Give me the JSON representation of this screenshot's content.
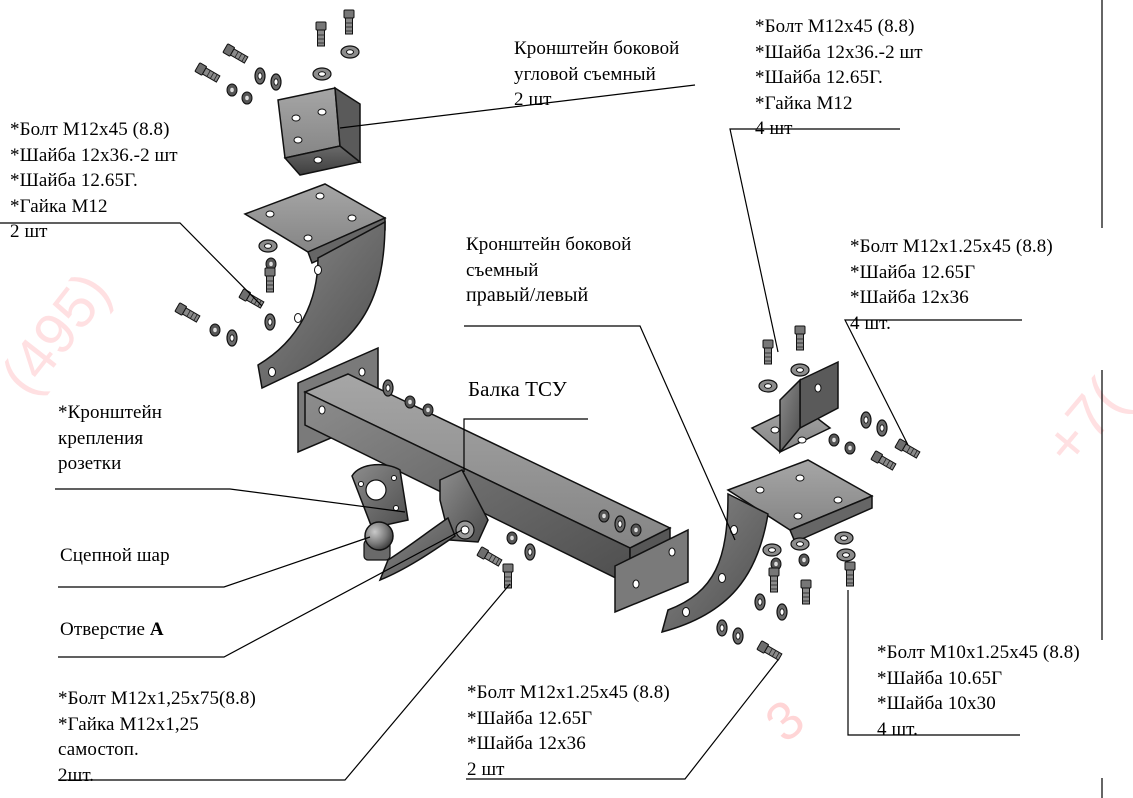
{
  "annotations": {
    "bracket_corner": {
      "lines": [
        "Кронштейн боковой",
        "угловой съемный",
        "2 шт"
      ]
    },
    "kit_top_left": {
      "lines": [
        "*Болт М12х45 (8.8)",
        "*Шайба 12х36.-2 шт",
        "*Шайба 12.65Г.",
        "*Гайка М12",
        "2 шт"
      ]
    },
    "kit_top_right": {
      "lines": [
        "*Болт М12х45 (8.8)",
        "*Шайба 12х36.-2 шт",
        "*Шайба 12.65Г.",
        "*Гайка М12",
        "4 шт"
      ]
    },
    "bracket_side": {
      "lines": [
        "Кронштейн боковой",
        "съемный",
        "правый/левый"
      ]
    },
    "kit_right_mid": {
      "lines": [
        "*Болт М12х1.25х45 (8.8)",
        "*Шайба 12.65Г",
        "*Шайба 12х36",
        "4 шт."
      ]
    },
    "beam": {
      "lines": [
        "Балка ТСУ"
      ]
    },
    "socket_bracket": {
      "lines": [
        "*Кронштейн",
        "крепления",
        "розетки"
      ]
    },
    "ball": {
      "lines": [
        "Сцепной шар"
      ]
    },
    "hole_a": {
      "text": "Отверстие ",
      "bold": "А"
    },
    "kit_bottom_left": {
      "lines": [
        "*Болт М12х1,25х75(8.8)",
        "*Гайка М12х1,25",
        "самостоп.",
        "2шт."
      ]
    },
    "kit_bottom_mid": {
      "lines": [
        "*Болт М12х1.25х45 (8.8)",
        "*Шайба 12.65Г",
        "*Шайба 12х36",
        "2 шт"
      ]
    },
    "kit_bottom_right": {
      "lines": [
        "*Болт М10х1.25х45 (8.8)",
        "*Шайба 10.65Г",
        "*Шайба 10х30",
        "4 шт."
      ]
    }
  },
  "watermark": {
    "fragments": [
      "(495)",
      "+7(",
      "3"
    ],
    "color": "#ff1d25"
  }
}
